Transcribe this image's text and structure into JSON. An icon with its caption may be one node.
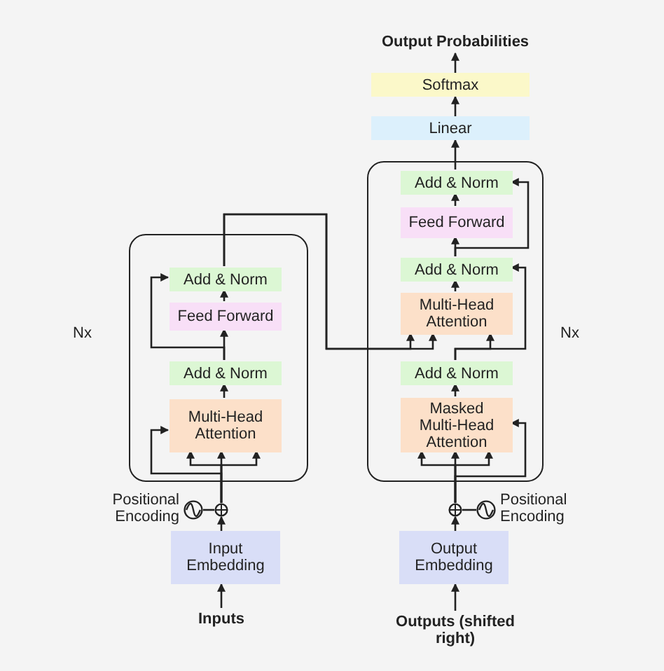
{
  "diagram": {
    "nodes": [
      {
        "text": [
          "Output Probabilities"
        ]
      },
      {
        "text": [
          "Softmax"
        ]
      },
      {
        "text": [
          "Linear"
        ]
      },
      {
        "text": [],
        "shape": "box"
      },
      {
        "text": [
          "Add & Norm"
        ],
        "in": 3
      },
      {
        "text": [
          "Feed Forward"
        ],
        "in": 3
      },
      {
        "text": [
          "Add & Norm"
        ],
        "in": 3
      },
      {
        "text": [
          "Multi-Head Attention"
        ],
        "in": 3
      },
      {
        "text": [],
        "shape": "box"
      },
      {
        "text": [
          "Add & Norm"
        ],
        "in": 8
      },
      {
        "text": [
          "Feed Forward"
        ],
        "in": 8
      },
      {
        "text": [
          "Add & Norm"
        ],
        "in": 8
      },
      {
        "text": [
          "Multi-Head Attention"
        ],
        "in": 8
      },
      {
        "text": [
          "Add & Norm"
        ],
        "in": 8
      },
      {
        "text": [
          "Masked Multi-Head Attention"
        ],
        "in": 8
      },
      {
        "text": [
          "Input Embedding"
        ]
      },
      {
        "text": [
          "Output Embedding"
        ]
      },
      {
        "text": [
          "Inputs"
        ]
      },
      {
        "text": [
          "Outputs (shifted right)"
        ]
      },
      {
        "text": [],
        "shape": "circle"
      },
      {
        "text": [],
        "shape": "circle",
        "beside": [
          "Positional Encoding"
        ]
      },
      {
        "text": [],
        "shape": "circle"
      },
      {
        "text": [],
        "shape": "circle",
        "beside": [
          "Positional Encoding"
        ]
      }
    ],
    "edges": [
      {
        "from": 17,
        "to": 15,
        "arrow": "to"
      },
      {
        "from": 15,
        "to": 19,
        "arrow": "to"
      },
      {
        "from": 20,
        "to": 19,
        "arrow": "none"
      },
      {
        "from": 19,
        "to": 7,
        "arrow": "to"
      },
      {
        "from": 19,
        "to": 7,
        "arrow": "to"
      },
      {
        "from": 19,
        "to": 7,
        "arrow": "to"
      },
      {
        "from": 19,
        "to": 7,
        "arrow": "to"
      },
      {
        "from": 7,
        "to": 6,
        "arrow": "to"
      },
      {
        "from": 6,
        "to": 5,
        "arrow": "to"
      },
      {
        "from": 5,
        "to": 4,
        "arrow": "to"
      },
      {
        "from": 6,
        "to": 4,
        "arrow": "to"
      },
      {
        "from": 4,
        "to": 12,
        "arrow": "to"
      },
      {
        "from": 4,
        "to": 12,
        "arrow": "to"
      },
      {
        "from": 18,
        "to": 16,
        "arrow": "to"
      },
      {
        "from": 16,
        "to": 21,
        "arrow": "to"
      },
      {
        "from": 22,
        "to": 21,
        "arrow": "none"
      },
      {
        "from": 21,
        "to": 14,
        "arrow": "to"
      },
      {
        "from": 21,
        "to": 14,
        "arrow": "to"
      },
      {
        "from": 21,
        "to": 14,
        "arrow": "to"
      },
      {
        "from": 21,
        "to": 14,
        "arrow": "to"
      },
      {
        "from": 14,
        "to": 13,
        "arrow": "to"
      },
      {
        "from": 13,
        "to": 12,
        "arrow": "to"
      },
      {
        "from": 13,
        "to": 11,
        "arrow": "to"
      },
      {
        "from": 12,
        "to": 11,
        "arrow": "to"
      },
      {
        "from": 11,
        "to": 10,
        "arrow": "to"
      },
      {
        "from": 10,
        "to": 9,
        "arrow": "to"
      },
      {
        "from": 11,
        "to": 9,
        "arrow": "to"
      },
      {
        "from": 9,
        "to": 2,
        "arrow": "to"
      },
      {
        "from": 2,
        "to": 1,
        "arrow": "to"
      },
      {
        "from": 1,
        "to": 0,
        "arrow": "to"
      }
    ],
    "labels": [
      "Nx",
      "Nx"
    ]
  }
}
